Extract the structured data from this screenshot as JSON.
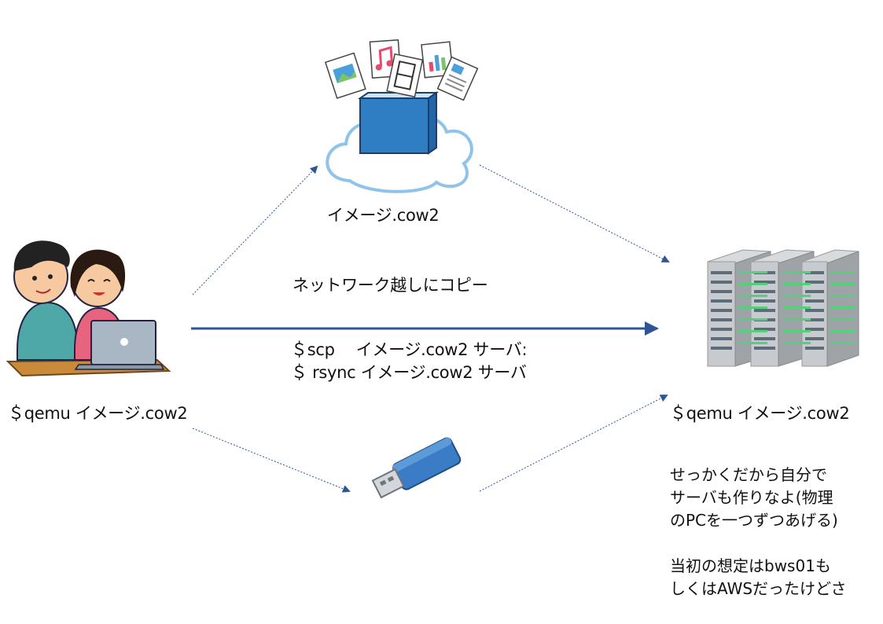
{
  "labels": {
    "cloud_image": "イメージ.cow2",
    "network_copy": "ネットワーク越しにコピー",
    "scp_command": "＄scp　 イメージ.cow2 サーバ:",
    "rsync_command": "＄ rsync イメージ.cow2 サーバ",
    "local_qemu": "＄qemu イメージ.cow2",
    "server_qemu": "＄qemu イメージ.cow2"
  },
  "notes": {
    "line1": "せっかくだから自分で",
    "line2": "サーバも作りなよ(物理",
    "line3": "のPCを一つずつあげる)",
    "line4": "当初の想定はbws01も",
    "line5": "しくはAWSだったけどさ"
  },
  "colors": {
    "arrow": "#2e5597",
    "cloud_stroke": "#8fc3ea",
    "book": "#2f7ec4",
    "usb": "#3a7cc6"
  },
  "icons": [
    "users-laptop-icon",
    "cloud-storage-icon",
    "server-rack-icon",
    "usb-drive-icon"
  ]
}
